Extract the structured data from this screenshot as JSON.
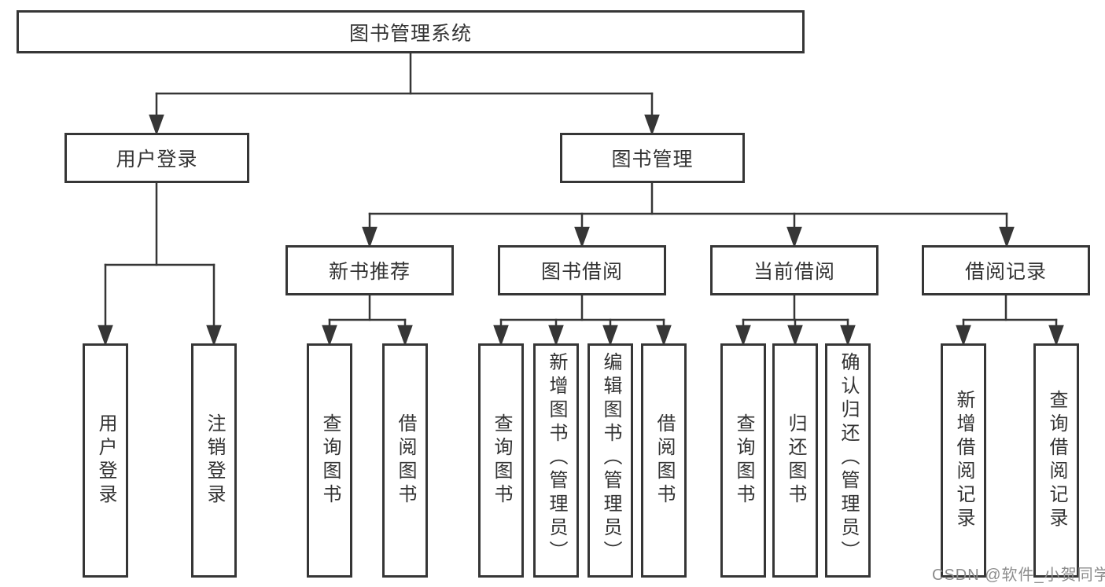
{
  "tree": {
    "label": "图书管理系统",
    "children": [
      {
        "label": "用户登录",
        "children": [
          {
            "label": "用户登录"
          },
          {
            "label": "注销登录"
          }
        ]
      },
      {
        "label": "图书管理",
        "children": [
          {
            "label": "新书推荐",
            "children": [
              {
                "label": "查询图书"
              },
              {
                "label": "借阅图书"
              }
            ]
          },
          {
            "label": "图书借阅",
            "children": [
              {
                "label": "查询图书"
              },
              {
                "label": "新增图书（管理员）"
              },
              {
                "label": "编辑图书（管理员）"
              },
              {
                "label": "借阅图书"
              }
            ]
          },
          {
            "label": "当前借阅",
            "children": [
              {
                "label": "查询图书"
              },
              {
                "label": "归还图书"
              },
              {
                "label": "确认归还（管理员）"
              }
            ]
          },
          {
            "label": "借阅记录",
            "children": [
              {
                "label": "新增借阅记录"
              },
              {
                "label": "查询借阅记录"
              }
            ]
          }
        ]
      }
    ]
  },
  "watermark": {
    "text": "CSDN @软件_小贺同学",
    "color": "#8c8c8c"
  },
  "colors": {
    "line": "#363636",
    "box_border": "#363636",
    "text": "#333333",
    "background": "#ffffff"
  }
}
